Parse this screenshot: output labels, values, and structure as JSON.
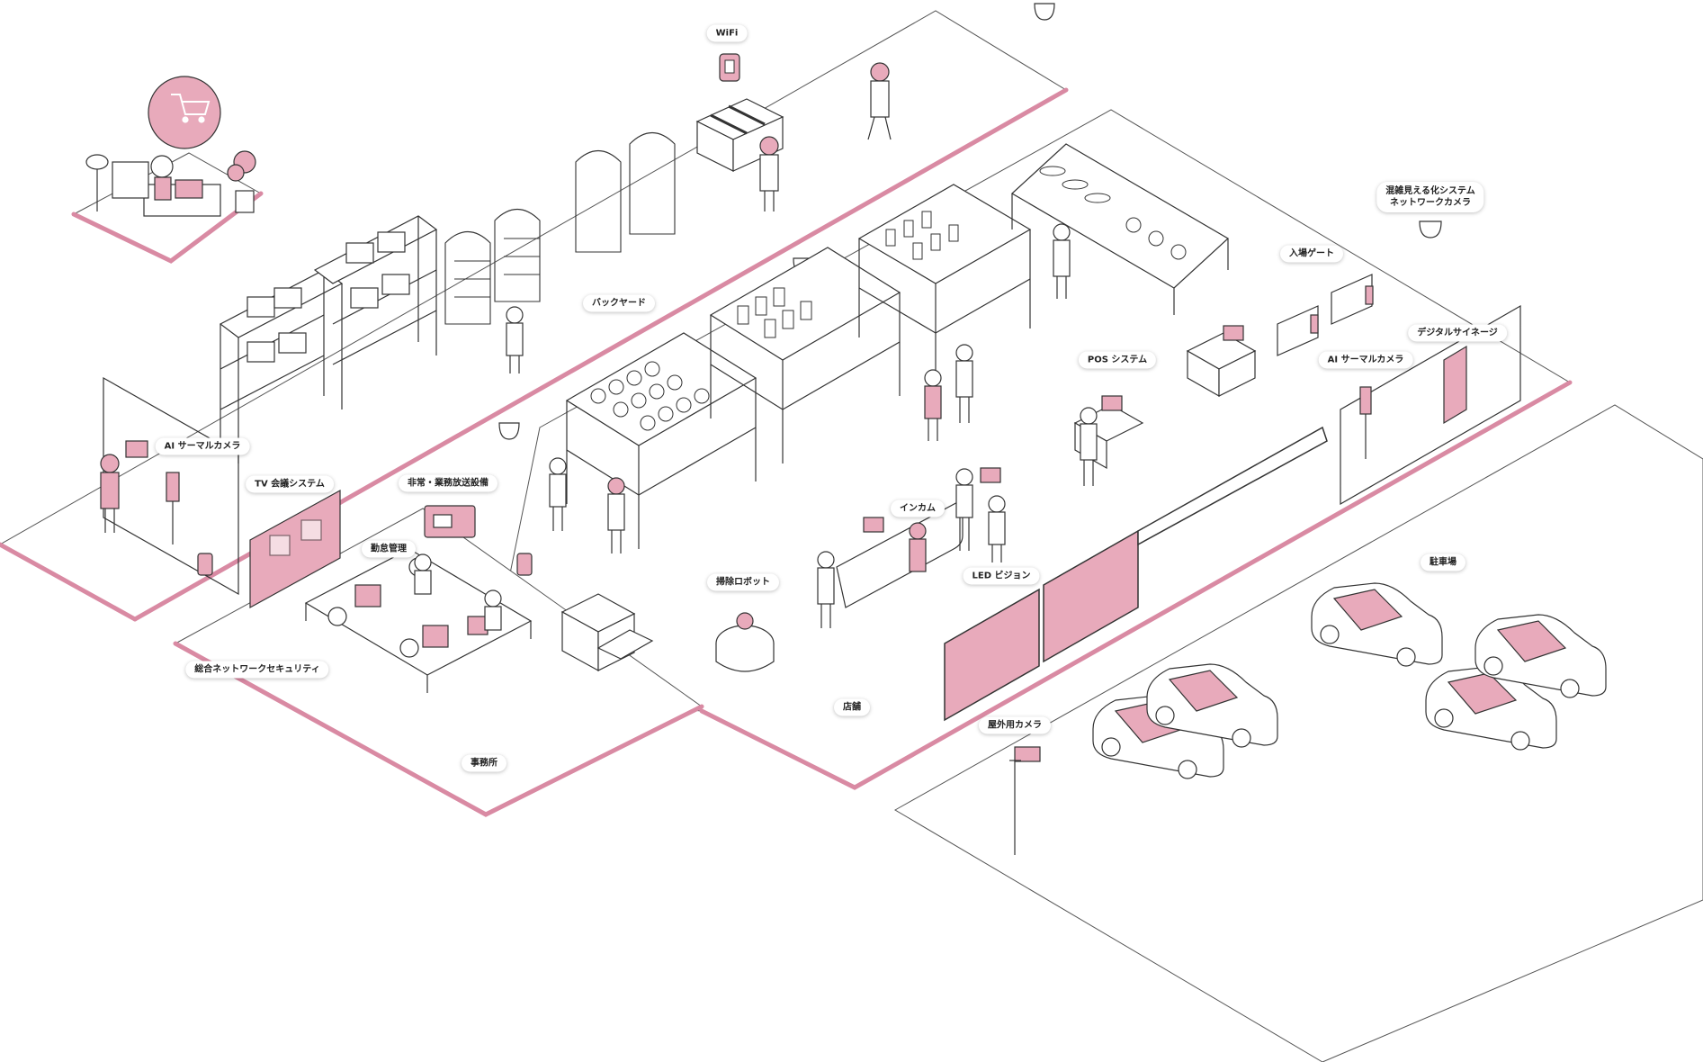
{
  "accent_color": "#e8aabb",
  "floor_edge_color": "#d98aa3",
  "labels": {
    "wifi": "WiFi",
    "backyard": "バックヤード",
    "congestion_camera": "混雑見える化システム\nネットワークカメラ",
    "entry_gate": "入場ゲート",
    "digital_signage": "デジタルサイネージ",
    "ai_thermal_store": "AI サーマルカメラ",
    "pos_system": "POS システム",
    "ai_thermal_office": "AI サーマルカメラ",
    "tv_conference": "TV 会議システム",
    "emergency_broadcast": "非常・業務放送設備",
    "attendance": "勤怠管理",
    "intercom": "インカム",
    "led_vision": "LED ビジョン",
    "cleaning_robot": "掃除ロボット",
    "network_security": "総合ネットワークセキュリティ",
    "store": "店舗",
    "outdoor_camera": "屋外用カメラ",
    "office": "事務所",
    "parking": "駐車場"
  }
}
